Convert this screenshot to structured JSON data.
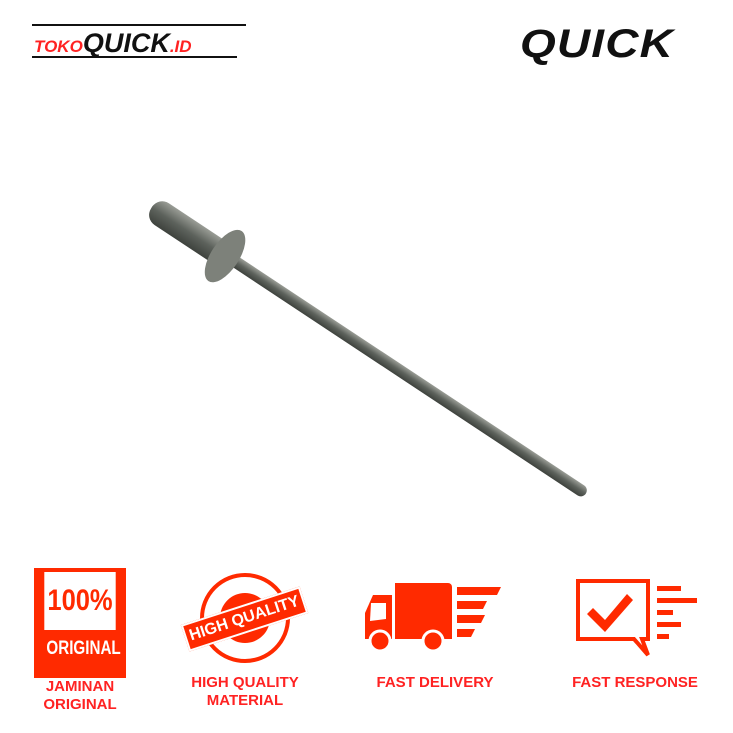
{
  "header": {
    "store_logo": {
      "prefix": "TOKO",
      "main": "QUICK",
      "suffix": ".ID"
    },
    "brand_logo": "QUICK"
  },
  "product": {
    "name": "rivet"
  },
  "badges": [
    {
      "icon": "original-stamp-icon",
      "stamp_line1": "100%",
      "stamp_line2": "ORIGINAL",
      "label_line1": "JAMINAN",
      "label_line2": "ORIGINAL"
    },
    {
      "icon": "high-quality-seal-icon",
      "stamp_text": "HIGH QUALITY",
      "label_line1": "HIGH QUALITY",
      "label_line2": "MATERIAL"
    },
    {
      "icon": "delivery-truck-icon",
      "label_line1": "FAST DELIVERY"
    },
    {
      "icon": "chat-check-icon",
      "label_line1": "FAST RESPONSE"
    }
  ],
  "colors": {
    "accent": "#ff2a00",
    "dark": "#111111"
  }
}
